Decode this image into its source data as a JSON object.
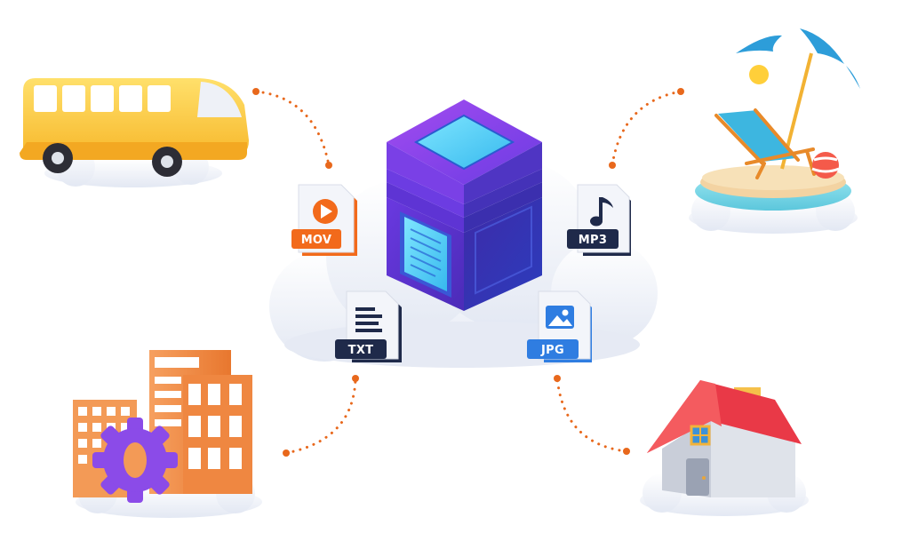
{
  "files": {
    "mov": {
      "label": "MOV",
      "icon": "play-icon",
      "color": "#f26a1b"
    },
    "mp3": {
      "label": "MP3",
      "icon": "music-note-icon",
      "color": "#1f2a4a"
    },
    "txt": {
      "label": "TXT",
      "icon": "text-lines-icon",
      "color": "#1f2a4a"
    },
    "jpg": {
      "label": "JPG",
      "icon": "image-icon",
      "color": "#2f7de1"
    }
  },
  "scenes": [
    "bus-icon",
    "beach-chair-umbrella-icon",
    "office-buildings-gear-icon",
    "house-icon"
  ],
  "colors": {
    "connector": "#e8681c",
    "server_top": "#5b32d6",
    "server_screen": "#5ad2f5",
    "cloud": "#eef1f8"
  }
}
